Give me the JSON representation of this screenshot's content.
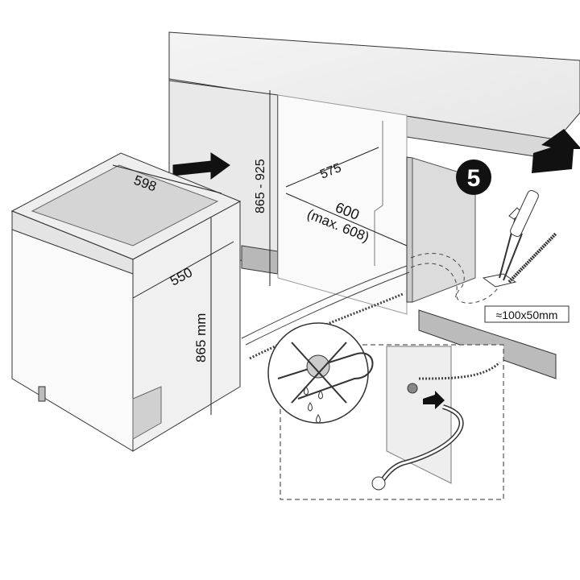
{
  "step_number": "5",
  "dimensions": {
    "appliance_width": "598",
    "appliance_depth": "550",
    "appliance_height": "865 mm",
    "niche_height": "865 - 925",
    "niche_depth": "575",
    "niche_width": "600",
    "niche_width_max": "(max. 608)",
    "opening_size": "≈100x50mm"
  }
}
